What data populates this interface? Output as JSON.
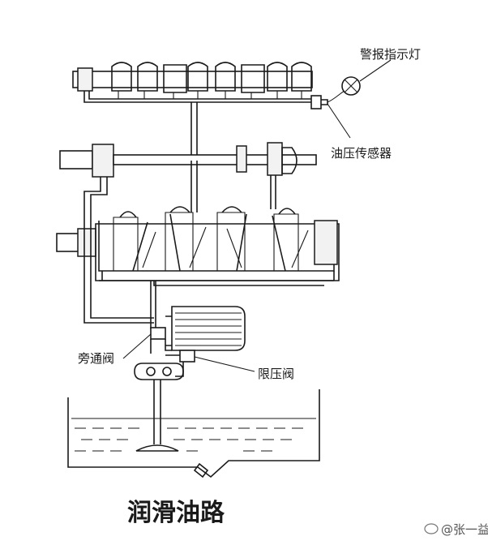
{
  "title": "润滑油路",
  "labels": {
    "warning_lamp": "警报指示灯",
    "oil_pressure_sensor": "油压传感器",
    "bypass_valve": "旁通阀",
    "pressure_limiting_valve": "限压阀"
  },
  "watermark": {
    "text": "@张一益"
  }
}
